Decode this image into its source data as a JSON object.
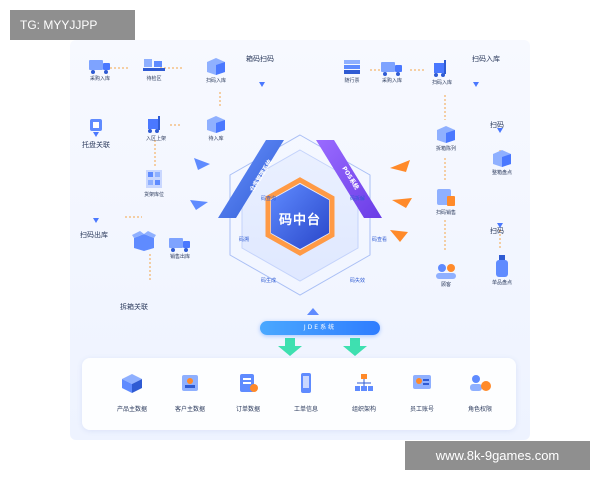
{
  "watermarks": {
    "top_left": "TG: MYYJJPP",
    "bottom_right": "www.8k-9games.com"
  },
  "core": {
    "title": "码中台",
    "tags": [
      "码查询",
      "码拆解",
      "码溯",
      "码查看",
      "码生成",
      "码失效"
    ]
  },
  "bands": {
    "left": "仓库管理系统",
    "right": "POS系统",
    "bottom": "JDE系统"
  },
  "left_flow": {
    "tags": {
      "box_scan": "箱码扫码",
      "pallet_link": "托盘关联",
      "scan_out": "扫码出库",
      "unbox_link": "拆箱关联"
    },
    "nodes": {
      "purchase_in": "采购入库",
      "pending": "待检区",
      "scan_in": "扫码入库",
      "in_shelf": "入区上架",
      "pending_in": "待入库",
      "shelf": "货架库位",
      "sales_out": "销售出库"
    }
  },
  "right_flow": {
    "tags": {
      "scan_in": "扫码入库",
      "scan": "扫码",
      "scan2": "扫码"
    },
    "nodes": {
      "with_doc": "随行票",
      "purchase_in": "采购入库",
      "scan_in": "扫码入库",
      "unbox_display": "拆箱陈列",
      "whole_box_check": "整箱盘点",
      "scan_sales": "扫码销售",
      "customer": "顾客",
      "single_check": "单品盘点"
    }
  },
  "master_data": {
    "items": [
      {
        "label": "产品主数据",
        "icon": "product-data-icon"
      },
      {
        "label": "客户主数据",
        "icon": "customer-data-icon"
      },
      {
        "label": "订单数据",
        "icon": "order-data-icon"
      },
      {
        "label": "工单信息",
        "icon": "work-order-icon"
      },
      {
        "label": "组织架构",
        "icon": "org-chart-icon"
      },
      {
        "label": "员工账号",
        "icon": "staff-account-icon"
      },
      {
        "label": "角色权限",
        "icon": "role-permission-icon"
      }
    ]
  },
  "colors": {
    "left_band": "#3f6df5",
    "right_band": "#7a4cf0",
    "core": "#2f5bd3",
    "accent_orange": "#ff8a2a",
    "jde_band": "#3b8cff",
    "arrow_green": "#3ee0b0"
  }
}
